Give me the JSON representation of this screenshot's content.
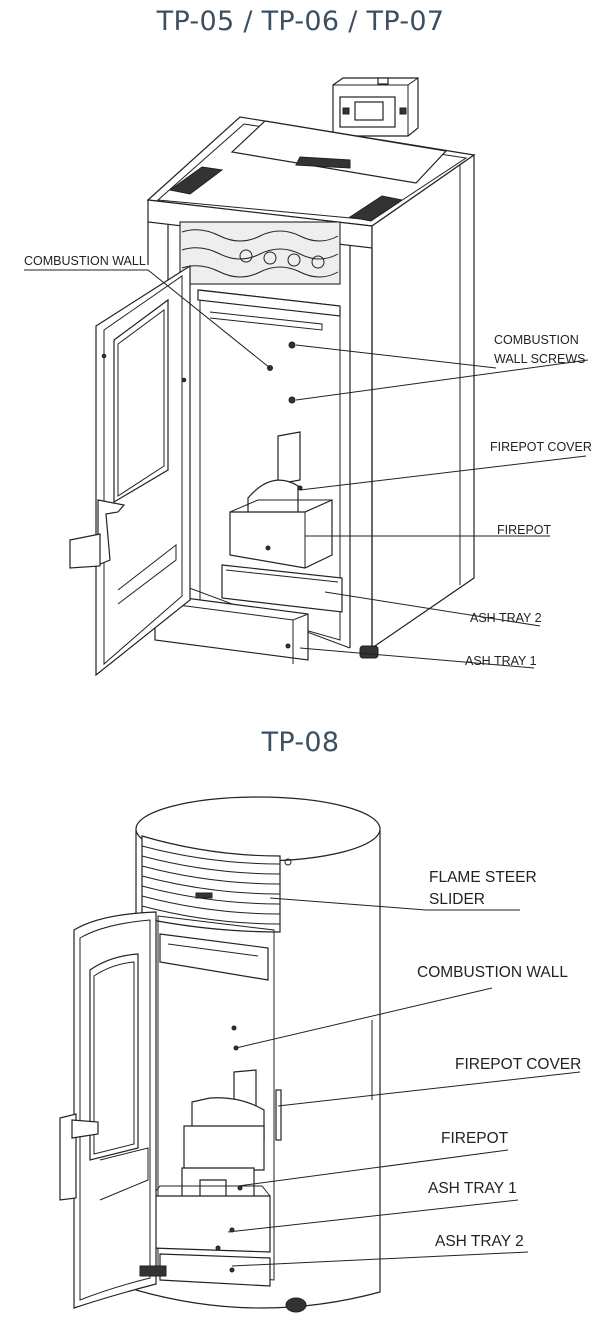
{
  "sections": [
    {
      "title": "TP-05 / TP-06 / TP-07",
      "labels": {
        "combustion_wall": "COMBUSTION WALL",
        "combustion_wall_screws_1": "COMBUSTION",
        "combustion_wall_screws_2": "WALL SCREWS",
        "firepot_cover": "FIREPOT COVER",
        "firepot": "FIREPOT",
        "ash_tray_2": "ASH TRAY 2",
        "ash_tray_1": "ASH TRAY 1"
      }
    },
    {
      "title": "TP-08",
      "labels": {
        "flame_steer_1": "FLAME STEER",
        "flame_steer_2": "SLIDER",
        "combustion_wall": "COMBUSTION WALL",
        "firepot_cover": "FIREPOT COVER",
        "firepot": "FIREPOT",
        "ash_tray_1": "ASH TRAY 1",
        "ash_tray_2": "ASH TRAY 2"
      }
    }
  ],
  "colors": {
    "title": "#3c4f63",
    "line": "#222222"
  }
}
